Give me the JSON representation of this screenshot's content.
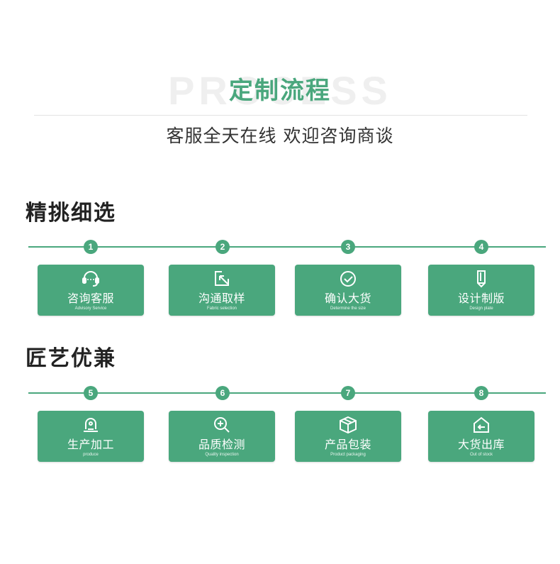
{
  "header": {
    "watermark": "PROCESS",
    "title": "定制流程",
    "subtitle": "客服全天在线 欢迎咨询商谈"
  },
  "colors": {
    "accent": "#4aa77d",
    "text": "#333333"
  },
  "sections": [
    {
      "title": "精挑细选",
      "steps": [
        {
          "num": "1",
          "label": "咨询客服",
          "sub": "Advisory Service",
          "icon": "headset-icon"
        },
        {
          "num": "2",
          "label": "沟通取样",
          "sub": "Fabric selection",
          "icon": "corner-arrow-icon"
        },
        {
          "num": "3",
          "label": "确认大货",
          "sub": "Determine the size",
          "icon": "check-circle-icon"
        },
        {
          "num": "4",
          "label": "设计制版",
          "sub": "Design plate",
          "icon": "pencil-icon"
        }
      ]
    },
    {
      "title": "匠艺优兼",
      "steps": [
        {
          "num": "5",
          "label": "生产加工",
          "sub": "produce",
          "icon": "machine-icon"
        },
        {
          "num": "6",
          "label": "品质检测",
          "sub": "Quality inspection",
          "icon": "magnifier-plus-icon"
        },
        {
          "num": "7",
          "label": "产品包装",
          "sub": "Product packaging",
          "icon": "box-icon"
        },
        {
          "num": "8",
          "label": "大货出库",
          "sub": "Out of stock",
          "icon": "home-exit-icon"
        }
      ]
    }
  ]
}
